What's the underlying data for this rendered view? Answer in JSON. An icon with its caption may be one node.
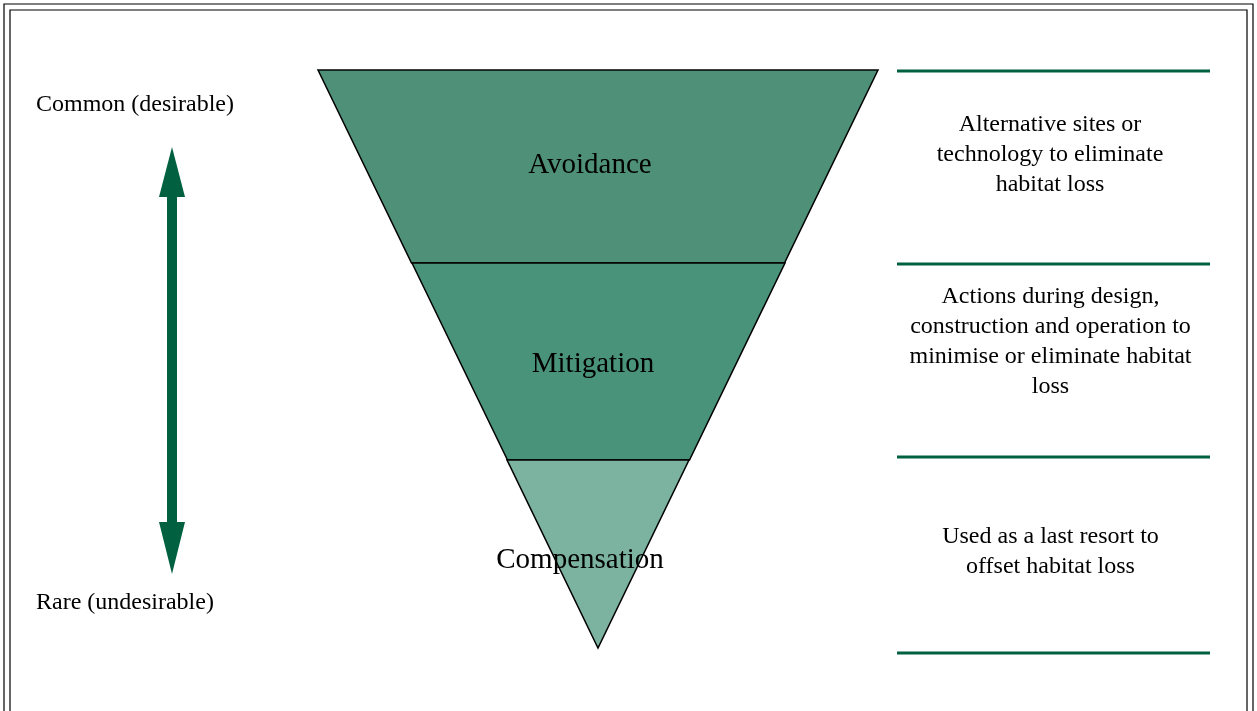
{
  "diagram": {
    "nodes": [
      {
        "text": [
          "Avoidance"
        ]
      },
      {
        "text": [
          "Mitigation"
        ]
      },
      {
        "text": [
          "Compensation"
        ]
      }
    ],
    "labels": [
      "Common (desirable)",
      "Alternative sites or technology to eliminate habitat loss",
      "Actions during design, construction and operation to minimise or eliminate habitat loss",
      "Used as a last resort to offset habitat loss",
      "Rare (undesirable)"
    ]
  }
}
